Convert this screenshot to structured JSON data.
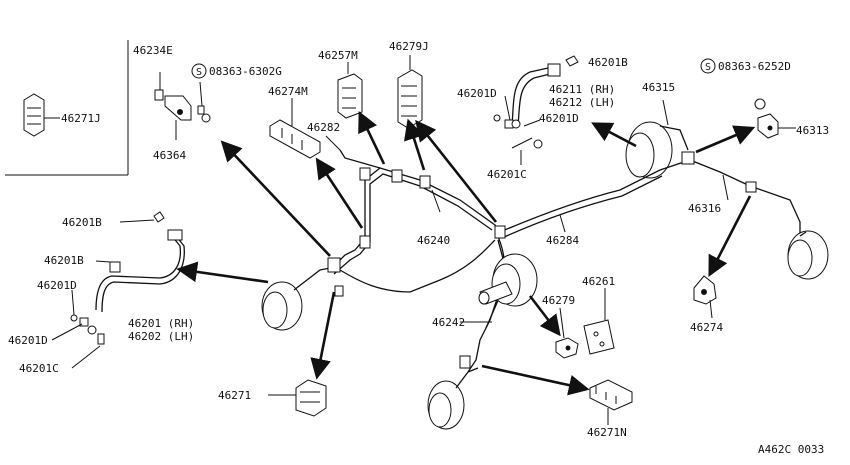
{
  "diagram": {
    "ref_code": "A462C 0033",
    "labels": {
      "p46234E": "46234E",
      "p08363_6302G": "08363-6302G",
      "p46257M": "46257M",
      "p46279J": "46279J",
      "p46271J": "46271J",
      "p46274M": "46274M",
      "p46282": "46282",
      "p46364": "46364",
      "p46201B_top": "46201B",
      "p08363_6252D": "08363-6252D",
      "p46201D_top": "46201D",
      "p46211": "46211 (RH)",
      "p46212": "46212 (LH)",
      "p46315": "46315",
      "p46201D_mid": "46201D",
      "p46313": "46313",
      "p46201C_top": "46201C",
      "p46316": "46316",
      "p46201B_left": "46201B",
      "p46240": "46240",
      "p46284": "46284",
      "p46201B_left2": "46201B",
      "p46201D_left": "46201D",
      "p46201": "46201 (RH)",
      "p46202": "46202 (LH)",
      "p46201D_left2": "46201D",
      "p46201C_left": "46201C",
      "p46261": "46261",
      "p46279": "46279",
      "p46242": "46242",
      "p46274": "46274",
      "p46271": "46271",
      "p46271N": "46271N",
      "s_mark": "S"
    }
  }
}
